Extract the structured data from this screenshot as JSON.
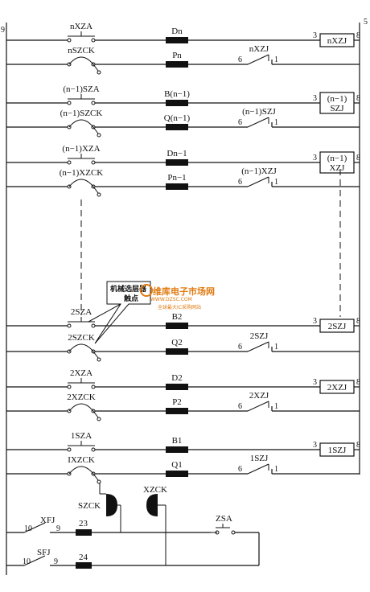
{
  "rails": {
    "left_label": "9",
    "right_label": "5"
  },
  "rows": [
    {
      "switch": "nXZA",
      "switch_type": "no",
      "resistor": "Dn",
      "coil": "nXZJ",
      "pin_in": "3",
      "pin_out": "8"
    },
    {
      "switch": "nSZCK",
      "switch_type": "nc",
      "resistor": "Pn",
      "contact": "nXZJ",
      "contact_pin_a": "6",
      "contact_pin_b": "1"
    },
    {
      "switch": "(n−1)SZA",
      "switch_type": "no",
      "resistor": "B(n−1)",
      "coil_line1": "(n−1)",
      "coil_line2": "SZJ",
      "pin_in": "3",
      "pin_out": "8"
    },
    {
      "switch": "(n−1)SZCK",
      "switch_type": "nc",
      "resistor": "Q(n−1)",
      "contact": "(n−1)SZJ",
      "contact_pin_a": "6",
      "contact_pin_b": "1"
    },
    {
      "switch": "(n−1)XZA",
      "switch_type": "no",
      "resistor": "Dn−1",
      "coil_line1": "(n−1)",
      "coil_line2": "XZJ",
      "pin_in": "3",
      "pin_out": "8"
    },
    {
      "switch": "(n−1)XZCK",
      "switch_type": "nc",
      "resistor": "Pn−1",
      "contact": "(n−1)XZJ",
      "contact_pin_a": "6",
      "contact_pin_b": "1"
    },
    {
      "switch": "2SZA",
      "switch_type": "no",
      "resistor": "B2",
      "coil": "2SZJ",
      "pin_in": "3",
      "pin_out": "8"
    },
    {
      "switch": "2SZCK",
      "switch_type": "nc",
      "resistor": "Q2",
      "contact": "2SZJ",
      "contact_pin_a": "6",
      "contact_pin_b": "1"
    },
    {
      "switch": "2XZA",
      "switch_type": "no",
      "resistor": "D2",
      "coil": "2XZJ",
      "pin_in": "3",
      "pin_out": "8"
    },
    {
      "switch": "2XZCK",
      "switch_type": "nc",
      "resistor": "P2",
      "contact": "2XZJ",
      "contact_pin_a": "6",
      "contact_pin_b": "1"
    },
    {
      "switch": "1SZA",
      "switch_type": "no",
      "resistor": "B1",
      "coil": "1SZJ",
      "pin_in": "3",
      "pin_out": "8"
    },
    {
      "switch": "IXZCK",
      "switch_type": "nc",
      "resistor": "Q1",
      "contact": "1SZJ",
      "contact_pin_a": "6",
      "contact_pin_b": "1"
    }
  ],
  "bottom": {
    "szck": "SZCK",
    "xzck": "XZCK",
    "xfj": "XFJ",
    "xfj_pin_a": "10",
    "xfj_pin_b": "9",
    "res23": "23",
    "zsa": "ZSA",
    "sfj": "SFJ",
    "sfj_pin_a": "10",
    "sfj_pin_b": "9",
    "res24": "24"
  },
  "callout": {
    "line1": "机械选层器",
    "line2": "触点"
  },
  "watermark": {
    "main": "维库电子市场网",
    "url": "WWW.DZSC.COM",
    "sub": "全球最大IC采购网站"
  }
}
